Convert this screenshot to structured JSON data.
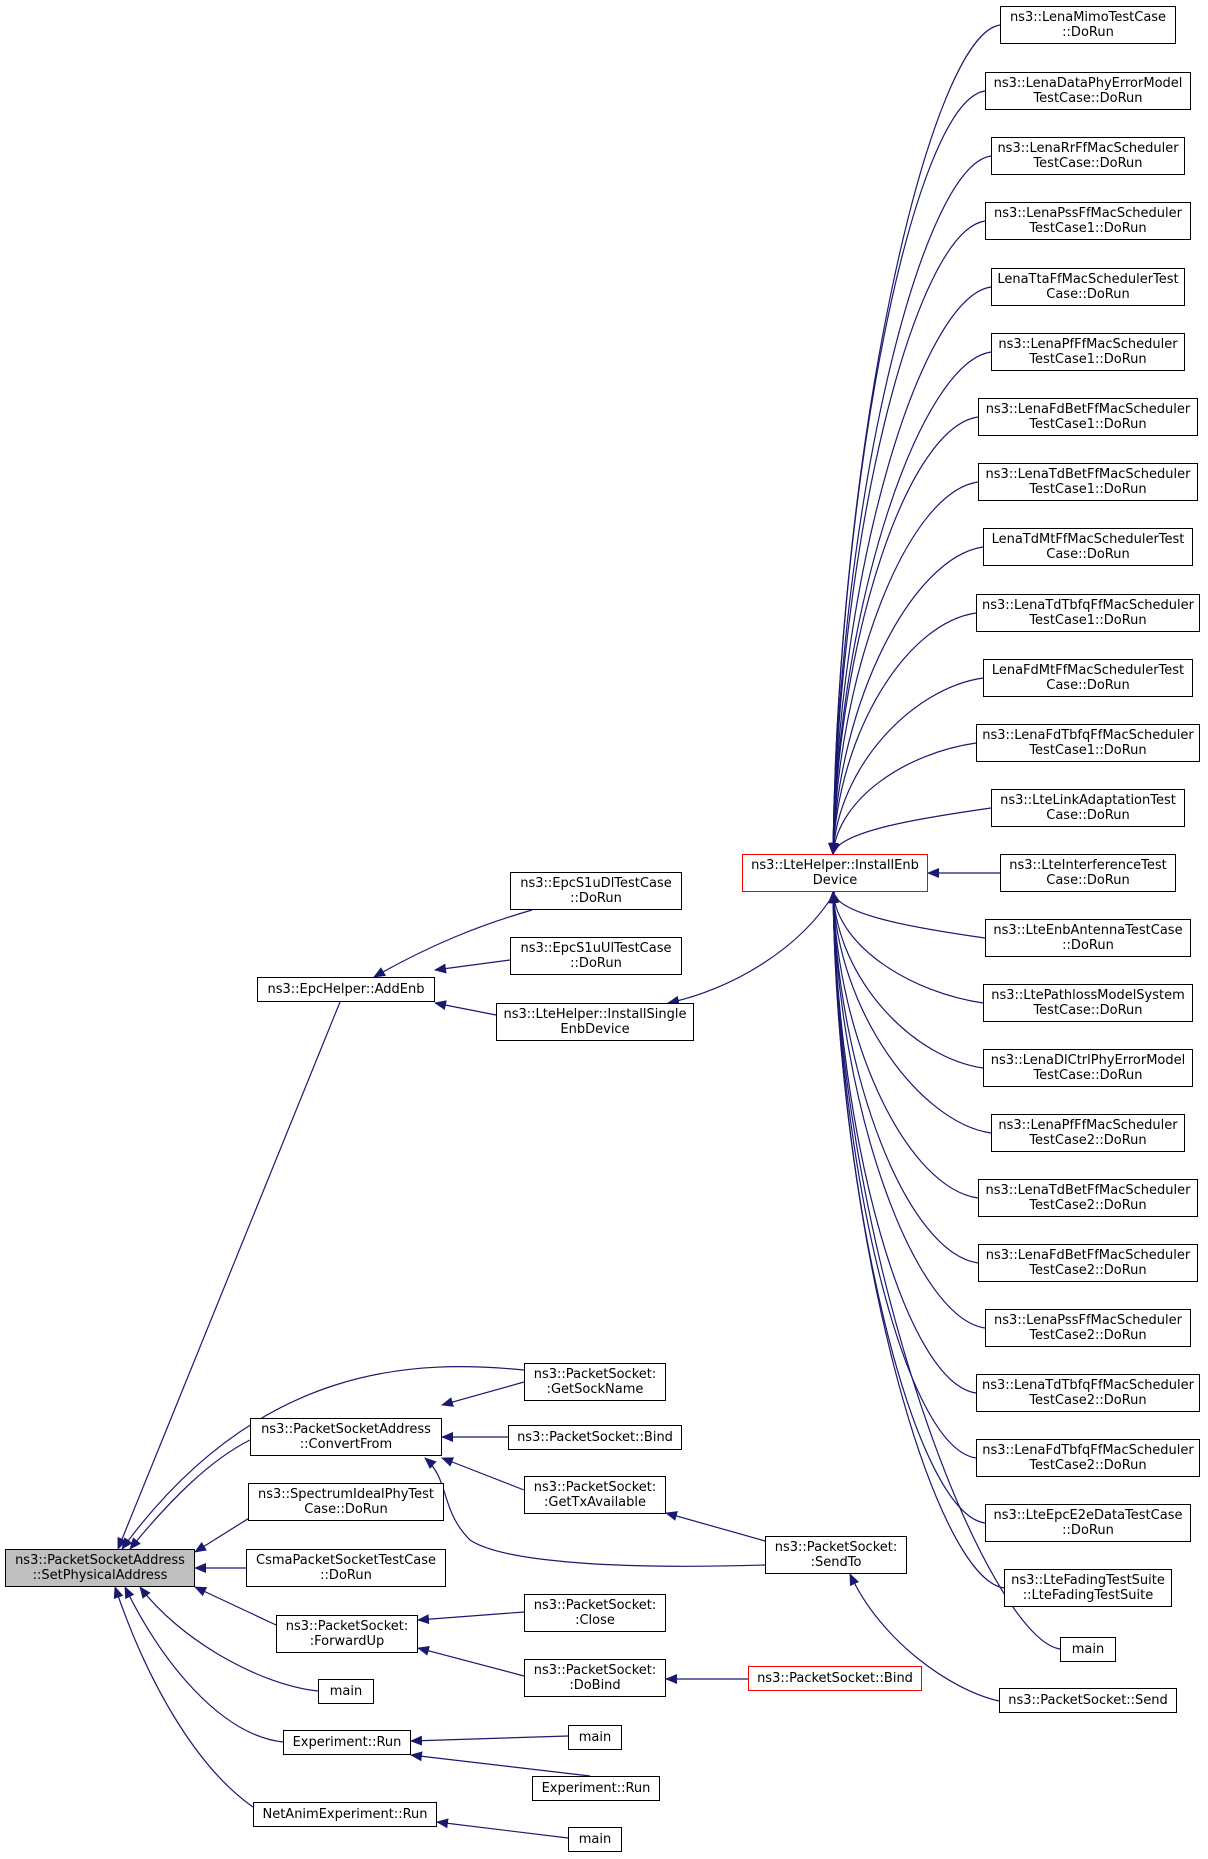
{
  "colors": {
    "edge": "#191970",
    "root_fill": "#bfbfbf",
    "highlight_border": "#ff0000"
  },
  "nodes": {
    "root": "ns3::PacketSocketAddress\n::SetPhysicalAddress",
    "epc_add_enb": "ns3::EpcHelper::AddEnb",
    "epc_s1u_dl": "ns3::EpcS1uDlTestCase\n::DoRun",
    "epc_s1u_ul": "ns3::EpcS1uUlTestCase\n::DoRun",
    "install_single": "ns3::LteHelper::InstallSingle\nEnbDevice",
    "install_enb": "ns3::LteHelper::InstallEnb\nDevice",
    "r01": "ns3::LenaMimoTestCase\n::DoRun",
    "r02": "ns3::LenaDataPhyErrorModel\nTestCase::DoRun",
    "r03": "ns3::LenaRrFfMacScheduler\nTestCase::DoRun",
    "r04": "ns3::LenaPssFfMacScheduler\nTestCase1::DoRun",
    "r05": "LenaTtaFfMacSchedulerTest\nCase::DoRun",
    "r06": "ns3::LenaPfFfMacScheduler\nTestCase1::DoRun",
    "r07": "ns3::LenaFdBetFfMacScheduler\nTestCase1::DoRun",
    "r08": "ns3::LenaTdBetFfMacScheduler\nTestCase1::DoRun",
    "r09": "LenaTdMtFfMacSchedulerTest\nCase::DoRun",
    "r10": "ns3::LenaTdTbfqFfMacScheduler\nTestCase1::DoRun",
    "r11": "LenaFdMtFfMacSchedulerTest\nCase::DoRun",
    "r12": "ns3::LenaFdTbfqFfMacScheduler\nTestCase1::DoRun",
    "r13": "ns3::LteLinkAdaptationTest\nCase::DoRun",
    "r14": "ns3::LteInterferenceTest\nCase::DoRun",
    "r15": "ns3::LteEnbAntennaTestCase\n::DoRun",
    "r16": "ns3::LtePathlossModelSystem\nTestCase::DoRun",
    "r17": "ns3::LenaDlCtrlPhyErrorModel\nTestCase::DoRun",
    "r18": "ns3::LenaPfFfMacScheduler\nTestCase2::DoRun",
    "r19": "ns3::LenaTdBetFfMacScheduler\nTestCase2::DoRun",
    "r20": "ns3::LenaFdBetFfMacScheduler\nTestCase2::DoRun",
    "r21": "ns3::LenaPssFfMacScheduler\nTestCase2::DoRun",
    "r22": "ns3::LenaTdTbfqFfMacScheduler\nTestCase2::DoRun",
    "r23": "ns3::LenaFdTbfqFfMacScheduler\nTestCase2::DoRun",
    "r24": "ns3::LteEpcE2eDataTestCase\n::DoRun",
    "r25": "ns3::LteFadingTestSuite\n::LteFadingTestSuite",
    "r26": "main",
    "ps_getsockname": "ns3::PacketSocket:\n:GetSockName",
    "psa_convertfrom": "ns3::PacketSocketAddress\n::ConvertFrom",
    "ps_bind_a": "ns3::PacketSocket::Bind",
    "ps_gettx": "ns3::PacketSocket:\n:GetTxAvailable",
    "spectrum_ideal": "ns3::SpectrumIdealPhyTest\nCase::DoRun",
    "ps_sendto": "ns3::PacketSocket:\n:SendTo",
    "csma_test": "CsmaPacketSocketTestCase\n::DoRun",
    "ps_close": "ns3::PacketSocket:\n:Close",
    "ps_forwardup": "ns3::PacketSocket:\n:ForwardUp",
    "ps_dobind": "ns3::PacketSocket:\n:DoBind",
    "ps_bind_b": "ns3::PacketSocket::Bind",
    "ps_send": "ns3::PacketSocket::Send",
    "main_a": "main",
    "exp_run": "Experiment::Run",
    "main_b": "main",
    "exp_run_b": "Experiment::Run",
    "netanim_run": "NetAnimExperiment::Run",
    "main_c": "main"
  }
}
